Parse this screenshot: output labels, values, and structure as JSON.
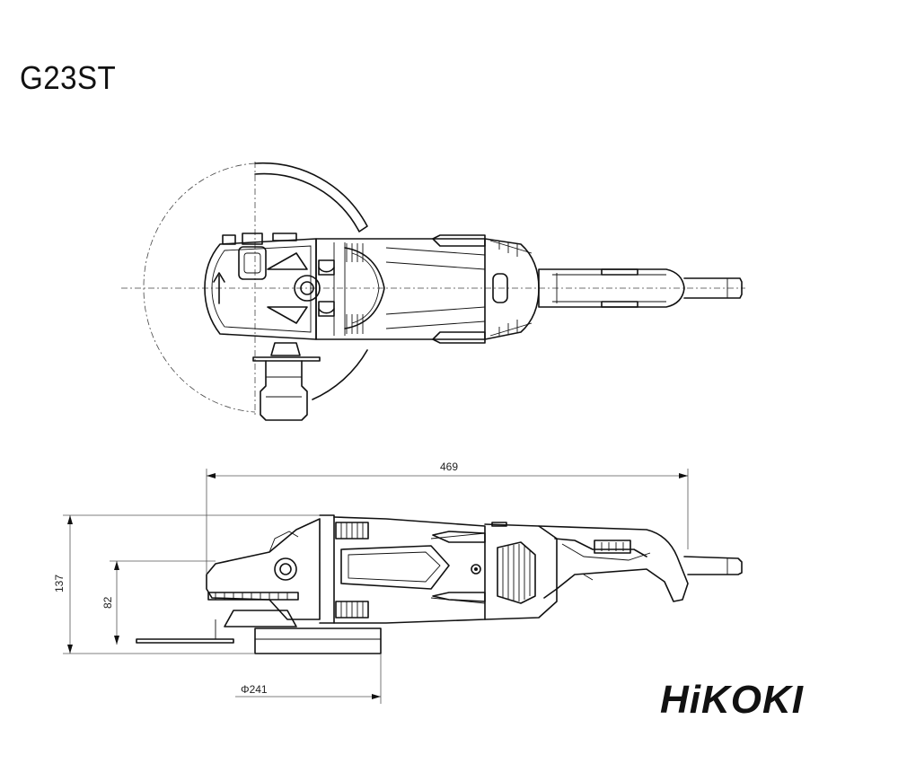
{
  "model": "G23ST",
  "brand": "HiKOKI",
  "dimensions": {
    "overall_length": "469",
    "overall_height": "137",
    "spindle_height": "82",
    "wheel_diameter": "Φ241"
  }
}
